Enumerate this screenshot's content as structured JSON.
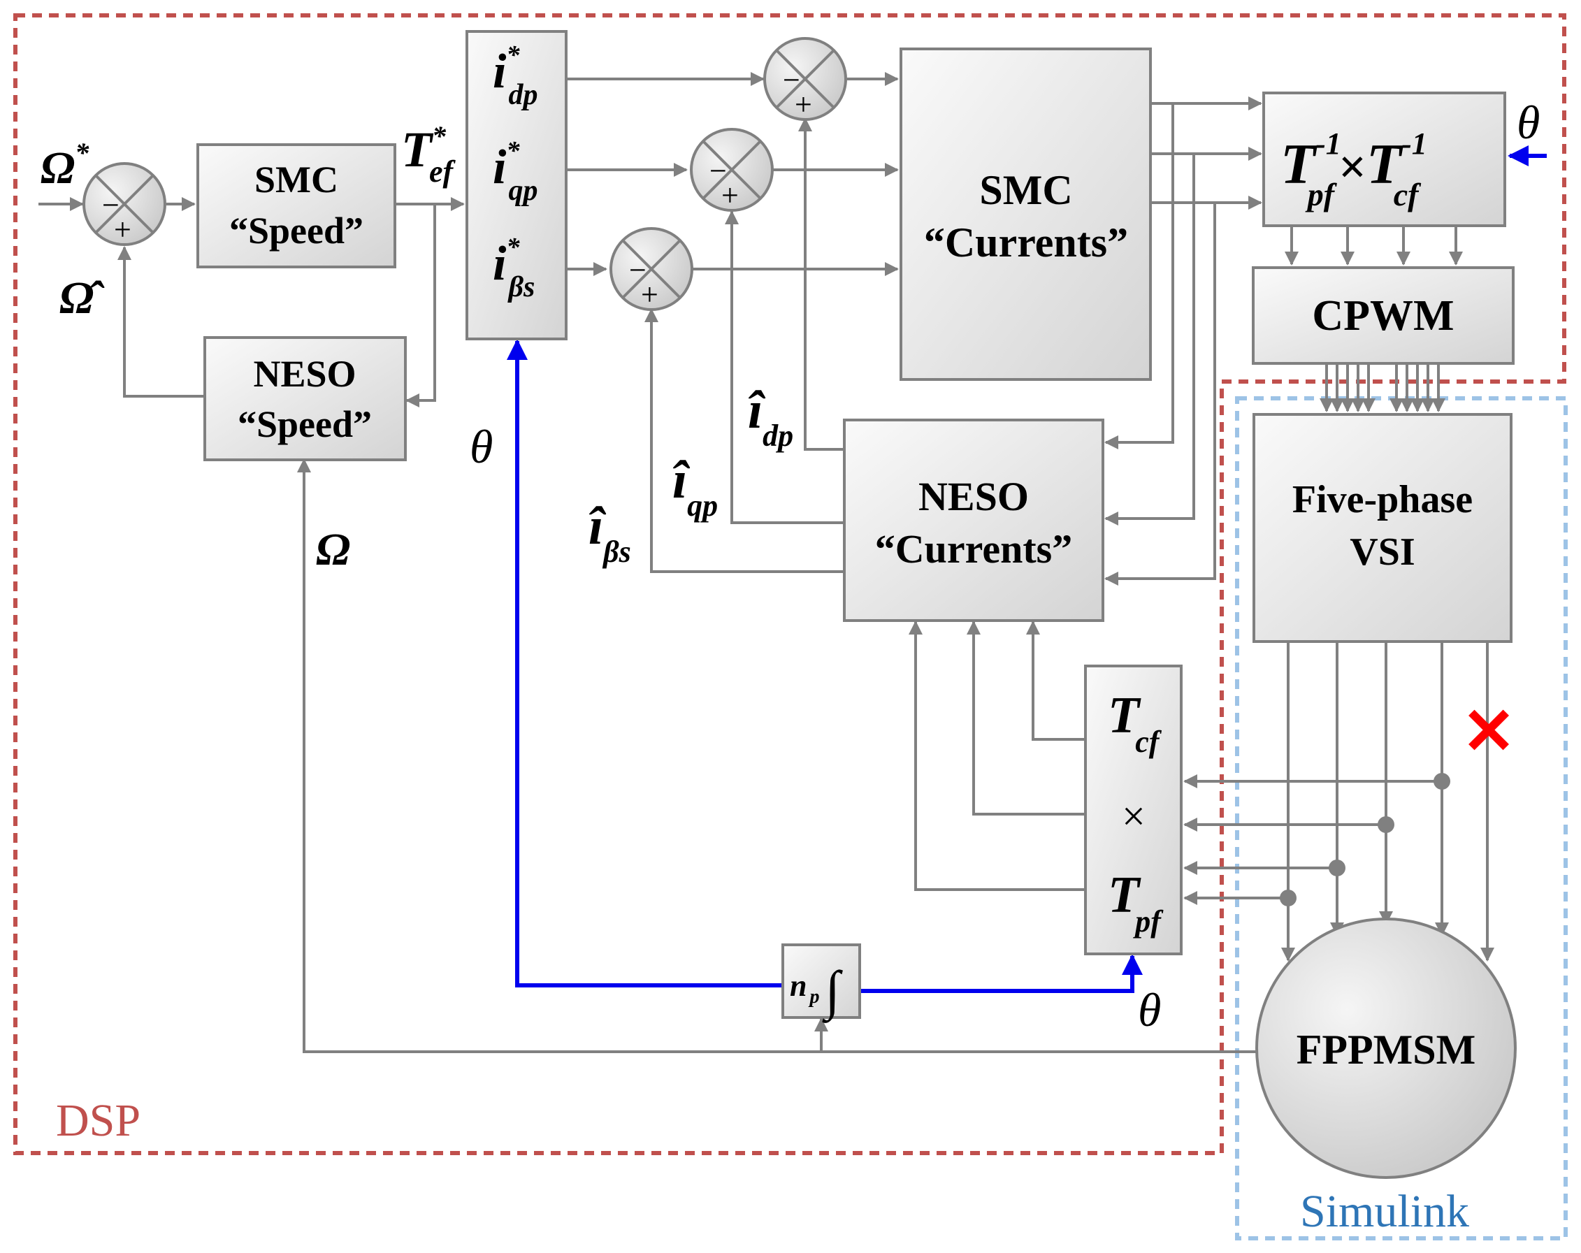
{
  "regions": {
    "dsp_label": "DSP",
    "simulink_label": "Simulink"
  },
  "blocks": {
    "smc_speed": [
      "SMC",
      "“Speed”"
    ],
    "neso_speed": [
      "NESO",
      "“Speed”"
    ],
    "smc_currents": [
      "SMC",
      "“Currents”"
    ],
    "neso_currents": [
      "NESO",
      "“Currents”"
    ],
    "cpwm": "CPWM",
    "vsi": [
      "Five-phase",
      "VSI"
    ],
    "motor": "FPPMSM",
    "integrator_gain": "n",
    "integrator_gain_sub": "p",
    "integrator_symbol": "∫",
    "inverse_transform": {
      "t1": "T",
      "t1_sub": "pf",
      "t1_sup": "-1",
      "times": "×",
      "t2": "T",
      "t2_sub": "cf",
      "t2_sup": "-1"
    },
    "transform_stack": {
      "top": "T",
      "top_sub": "cf",
      "mid": "×",
      "bottom": "T",
      "bottom_sub": "pf"
    }
  },
  "references": {
    "id": {
      "base": "i",
      "sub": "dp",
      "sup": "*"
    },
    "iq": {
      "base": "i",
      "sub": "qp",
      "sup": "*"
    },
    "ib": {
      "base": "i",
      "sub": "βs",
      "sup": "*"
    }
  },
  "signals": {
    "omega_ref": "Ω",
    "omega_ref_sup": "*",
    "omega_hat": "Ω̂",
    "omega": "Ω",
    "torque_ref": "T",
    "torque_ref_sub": "ef",
    "torque_ref_sup": "*",
    "theta": "θ",
    "id_hat": {
      "base": "î",
      "sub": "dp"
    },
    "iq_hat": {
      "base": "î",
      "sub": "qp"
    },
    "ib_hat": {
      "base": "î",
      "sub": "βs"
    },
    "fault_mark": "✕"
  },
  "sum_signs": {
    "minus": "−",
    "plus": "+"
  },
  "colors": {
    "dsp_border": "#c0504d",
    "simulink_border": "#9dc3e6",
    "dsp_text": "#c0504d",
    "simulink_text": "#2e75b6",
    "theta_path": "#0000ee",
    "signal_line": "#808080",
    "fault": "#ff0000"
  }
}
